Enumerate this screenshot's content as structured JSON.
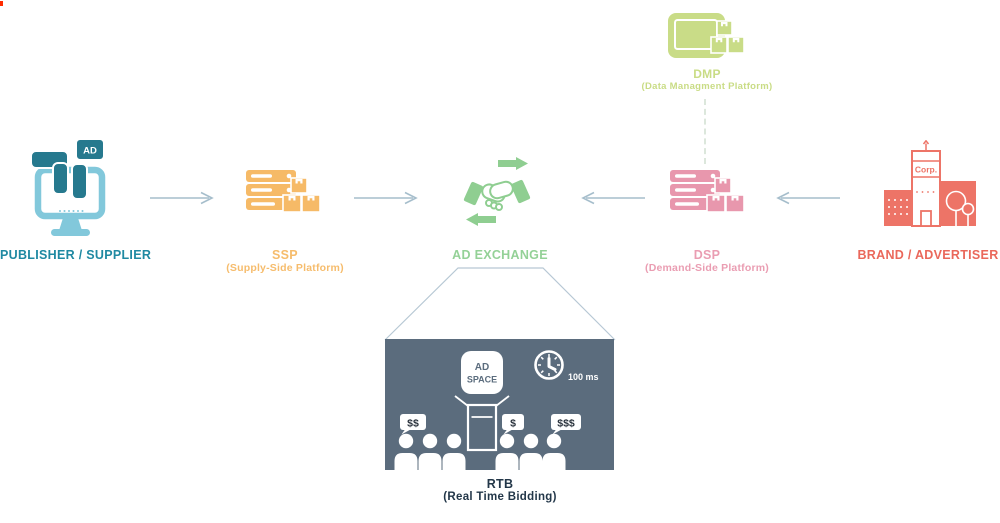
{
  "title": "Programmatic advertising ecosystem diagram",
  "entities": {
    "publisher": {
      "label": "PUBLISHER / SUPPLIER",
      "badge": "AD"
    },
    "ssp": {
      "label": "SSP",
      "sublabel": "(Supply-Side Platform)"
    },
    "ad_exchange": {
      "label": "AD EXCHANGE"
    },
    "dsp": {
      "label": "DSP",
      "sublabel": "(Demand-Side Platform)"
    },
    "brand": {
      "label": "BRAND / ADVERTISER",
      "sign": "Corp."
    },
    "dmp": {
      "label": "DMP",
      "sublabel": "(Data Managment Platform)"
    },
    "rtb": {
      "label": "RTB",
      "sublabel": "(Real Time Bidding)"
    }
  },
  "rtb_scene": {
    "ad_space_line1": "AD",
    "ad_space_line2": "SPACE",
    "timer": "100 ms",
    "bids": {
      "left": "$$",
      "mid": "$",
      "right": "$$$"
    }
  },
  "colors": {
    "teal_dark": "#26798E",
    "teal_light": "#82C8DB",
    "teal_label": "#1F89A2",
    "orange": "#F6BA67",
    "green": "#8FCE91",
    "pink": "#E897AD",
    "salmon": "#ED7467",
    "yellow_green": "#C9DC87",
    "flow_arrow": "#A6BECC",
    "funnel_line": "#B7C8D4",
    "rtb_box": "#5B6C7D",
    "dark_text": "#233749"
  }
}
